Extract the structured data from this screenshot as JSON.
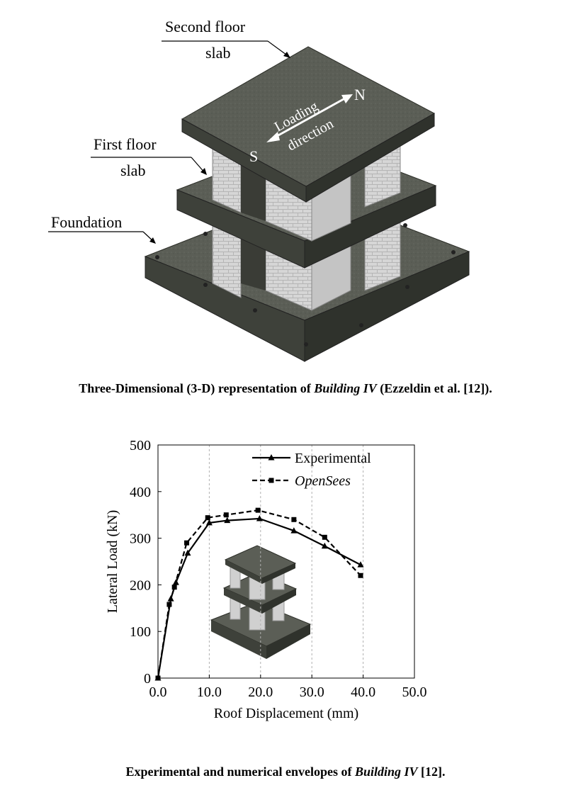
{
  "figure1": {
    "labels": {
      "second_floor_line1": "Second floor",
      "second_floor_line2": "slab",
      "first_floor_line1": "First floor",
      "first_floor_line2": "slab",
      "foundation": "Foundation",
      "loading_line1": "Loading",
      "loading_line2": "direction",
      "north": "N",
      "south": "S"
    },
    "caption_pre": "Three-Dimensional (3-D) representation of ",
    "caption_em": "Building IV",
    "caption_post": " (Ezzeldin et al. [12])."
  },
  "figure2": {
    "caption_pre": "Experimental and numerical envelopes of ",
    "caption_em": "Building IV",
    "caption_post": " [12]."
  },
  "chart_data": {
    "type": "line",
    "title": "",
    "xlabel": "Roof Displacement (mm)",
    "ylabel": "Lateral Load (kN)",
    "xlim": [
      0,
      50
    ],
    "ylim": [
      0,
      500
    ],
    "xticks": [
      "0.0",
      "10.0",
      "20.0",
      "30.0",
      "40.0",
      "50.0"
    ],
    "yticks": [
      "0",
      "100",
      "200",
      "300",
      "400",
      "500"
    ],
    "grid": "vertical dashed",
    "legend_position": "top-right",
    "series": [
      {
        "name": "Experimental",
        "style": "solid",
        "marker": "triangle",
        "x": [
          0,
          2.5,
          3.5,
          5.8,
          10.0,
          13.5,
          19.8,
          26.5,
          32.5,
          39.5
        ],
        "y": [
          0,
          170,
          205,
          268,
          333,
          338,
          342,
          316,
          283,
          243
        ]
      },
      {
        "name": "OpenSees",
        "style": "dashed",
        "marker": "square",
        "x": [
          0,
          2.2,
          3.2,
          5.6,
          9.7,
          13.3,
          19.5,
          26.5,
          32.5,
          39.5
        ],
        "y": [
          0,
          158,
          195,
          290,
          344,
          350,
          360,
          340,
          302,
          220
        ]
      }
    ]
  }
}
